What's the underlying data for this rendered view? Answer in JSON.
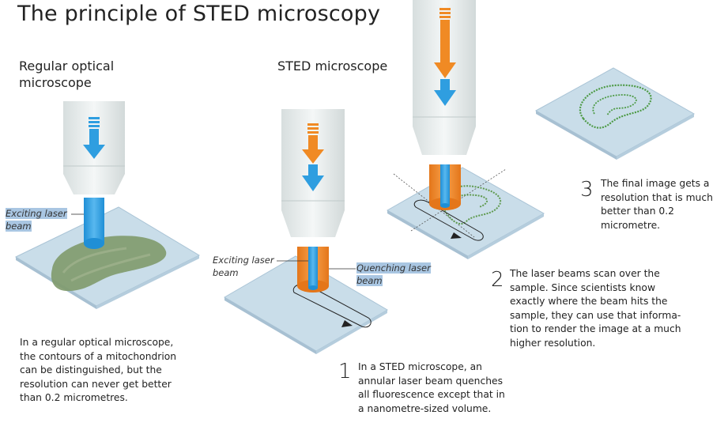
{
  "title": "The principle of STED microscopy",
  "regular": {
    "heading_line1": "Regular optical",
    "heading_line2": "microscope",
    "label_line1": "Exciting laser",
    "label_line2": "beam",
    "caption": [
      "In a regular optical microscope,",
      "the contours of a mitochondrion",
      "can be distinguished, but the",
      "resolution can never get better",
      "than 0.2 micrometres."
    ]
  },
  "sted": {
    "heading": "STED microscope",
    "exciting_line1": "Exciting laser",
    "exciting_line2": "beam",
    "quenching_line1": "Quenching laser",
    "quenching_line2": "beam"
  },
  "steps": [
    {
      "number": "1",
      "lines": [
        "In a STED microscope, an",
        "annular laser beam quenches",
        "all fluorescence except that in",
        "a nanometre-sized volume."
      ]
    },
    {
      "number": "2",
      "lines": [
        "The laser beams scan over the",
        "sample. Since scientists know",
        "exactly where the beam hits the",
        "sample, they can use that informa-",
        "tion to render the image at a much",
        "higher resolution."
      ]
    },
    {
      "number": "3",
      "lines": [
        "The final image gets a",
        "resolution that is much",
        "better than 0.2",
        "micrometre."
      ]
    }
  ],
  "colors": {
    "excite_blue": "#2f9ee0",
    "quench_orange": "#f08a24",
    "slide": "#c9dde9",
    "sample_green": "#7f9a6b"
  }
}
